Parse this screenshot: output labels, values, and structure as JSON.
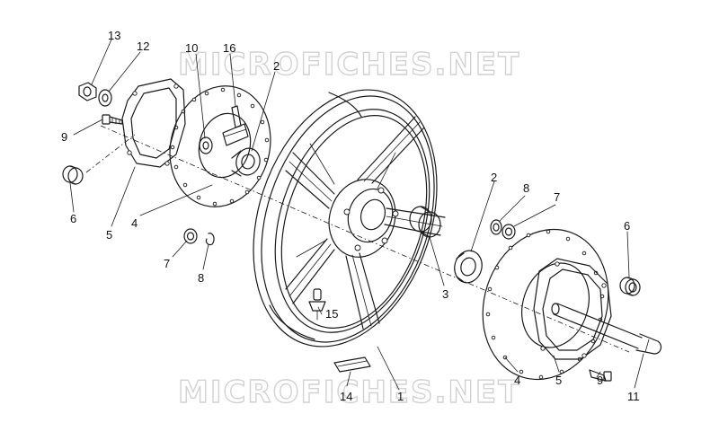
{
  "watermark": {
    "top": "MICROFICHES.NET",
    "bottom": "MICROFICHES.NET"
  },
  "callouts": [
    {
      "id": "c13a",
      "text": "13"
    },
    {
      "id": "c12a",
      "text": "12"
    },
    {
      "id": "c10a",
      "text": "10"
    },
    {
      "id": "c16a",
      "text": "16"
    },
    {
      "id": "c2a",
      "text": "2"
    },
    {
      "id": "c9a",
      "text": "9"
    },
    {
      "id": "c6a",
      "text": "6"
    },
    {
      "id": "c5a",
      "text": "5"
    },
    {
      "id": "c4a",
      "text": "4"
    },
    {
      "id": "c7a",
      "text": "7"
    },
    {
      "id": "c8a",
      "text": "8"
    },
    {
      "id": "c2b",
      "text": "2"
    },
    {
      "id": "c8b",
      "text": "8"
    },
    {
      "id": "c7b",
      "text": "7"
    },
    {
      "id": "c6b",
      "text": "6"
    },
    {
      "id": "c3a",
      "text": "3"
    },
    {
      "id": "c15a",
      "text": "15"
    },
    {
      "id": "c14a",
      "text": "14"
    },
    {
      "id": "c1a",
      "text": "1"
    },
    {
      "id": "c4b",
      "text": "4"
    },
    {
      "id": "c5b",
      "text": "5"
    },
    {
      "id": "c9b",
      "text": "9"
    },
    {
      "id": "c11a",
      "text": "11"
    }
  ]
}
